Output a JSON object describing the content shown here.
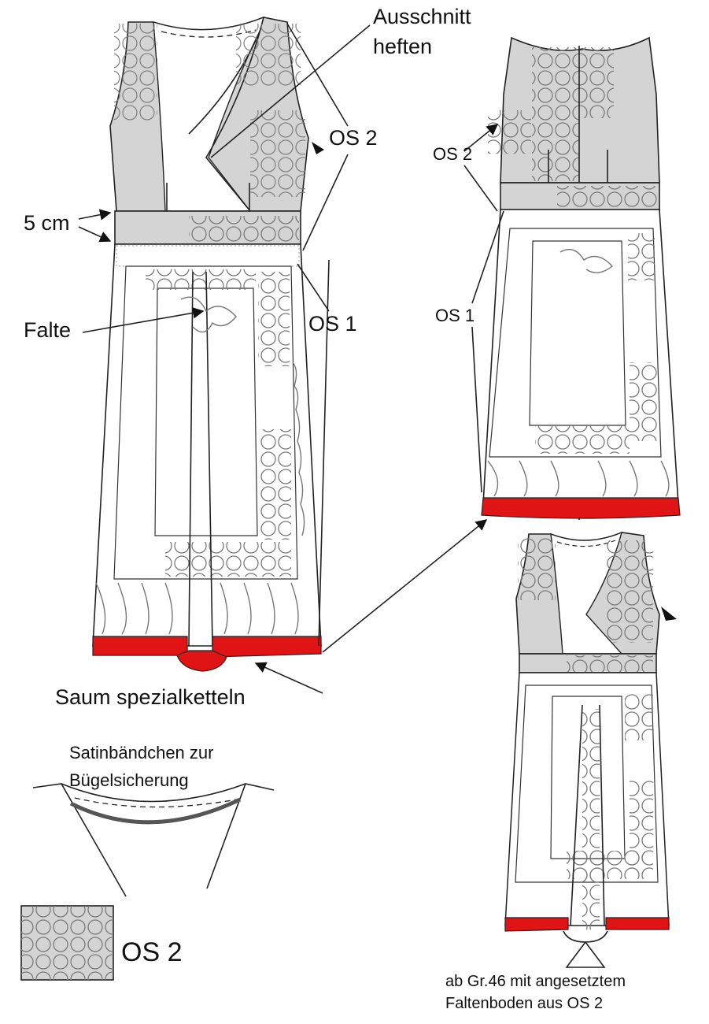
{
  "labels": {
    "ausschnitt_heften": [
      "Ausschnitt",
      "heften"
    ],
    "os2_front": "OS 2",
    "os2_back": "OS 2",
    "five_cm": "5 cm",
    "falte": "Falte",
    "os1_front": "OS 1",
    "os1_back": "OS 1",
    "saum": "Saum spezialketteln",
    "satin": [
      "Satinbändchen zur",
      "Bügelsicherung"
    ],
    "legend_os2": "OS 2",
    "note_gr46": [
      "ab Gr.46 mit angesetztem",
      "Faltenboden aus OS 2"
    ]
  },
  "colors": {
    "fabric_os2": "#d4d4d4",
    "hem": "#e01414",
    "outline": "#222222",
    "circles": "#777777"
  }
}
